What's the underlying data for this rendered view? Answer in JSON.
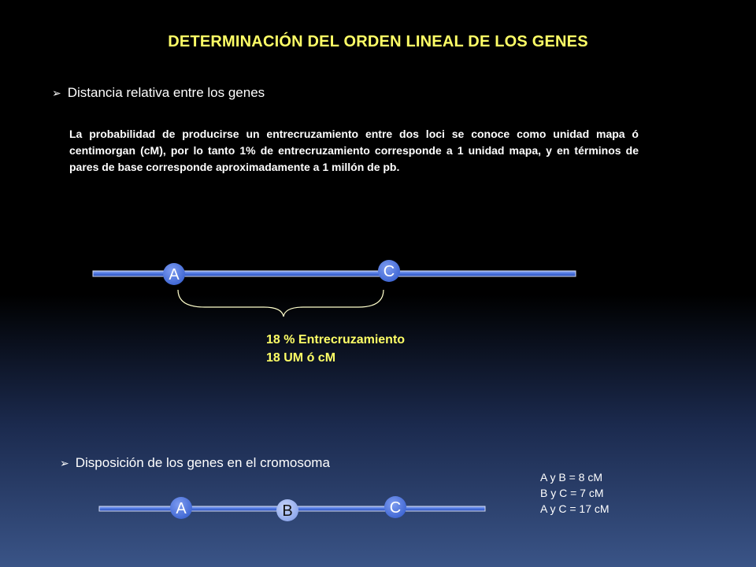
{
  "slide": {
    "title": "DETERMINACIÓN DEL ORDEN LINEAL DE LOS GENES",
    "section1": {
      "heading": "Distancia relativa entre los genes",
      "paragraph": "La probabilidad de producirse un entrecruzamiento entre dos loci se conoce como unidad mapa ó centimorgan (cM), por lo tanto 1% de entrecruzamiento corresponde a 1 unidad mapa, y en términos de pares de base corresponde aproximadamente a 1 millón de pb.",
      "diagram": {
        "genes": [
          "A",
          "C"
        ],
        "caption_line1": "18 % Entrecruzamiento",
        "caption_line2": "18 UM ó cM"
      }
    },
    "section2": {
      "heading": "Disposición de los genes en el cromosoma",
      "diagram": {
        "genes": [
          "A",
          "B",
          "C"
        ]
      },
      "relations": [
        "A y B = 8 cM",
        "B y C = 7 cM",
        "A y C = 17 cM"
      ]
    },
    "colors": {
      "title": "#ffff66",
      "chromosome": "#4a74e0",
      "gene_circle": "#4a74e0",
      "gene_circle_light": "#9bb3f0",
      "bracket": "#ffffcc"
    }
  }
}
